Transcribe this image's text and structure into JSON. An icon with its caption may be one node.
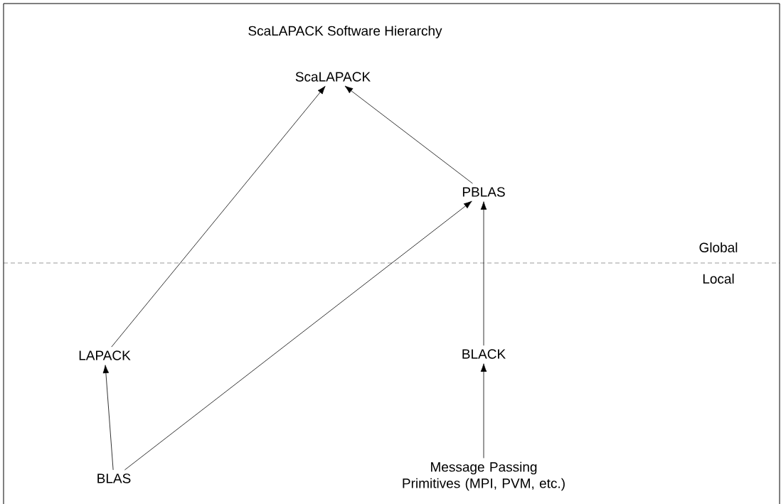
{
  "diagram": {
    "title": "ScaLAPACK Software Hierarchy",
    "nodes": [
      {
        "text": [
          "ScaLAPACK"
        ]
      },
      {
        "text": [
          "PBLAS"
        ]
      },
      {
        "text": [
          "LAPACK"
        ]
      },
      {
        "text": [
          "BLACK"
        ]
      },
      {
        "text": [
          "BLAS"
        ]
      },
      {
        "text": [
          "Message Passing Primitives (MPI, PVM, etc.)"
        ]
      }
    ],
    "edges": [
      {
        "from": 2,
        "to": 0,
        "arrow": "to"
      },
      {
        "from": 1,
        "to": 0,
        "arrow": "to"
      },
      {
        "from": 4,
        "to": 2,
        "arrow": "to"
      },
      {
        "from": 4,
        "to": 1,
        "arrow": "to"
      },
      {
        "from": 3,
        "to": 1,
        "arrow": "to"
      },
      {
        "from": 5,
        "to": 3,
        "arrow": "to"
      }
    ],
    "labels": [
      "Global",
      "Local"
    ]
  }
}
